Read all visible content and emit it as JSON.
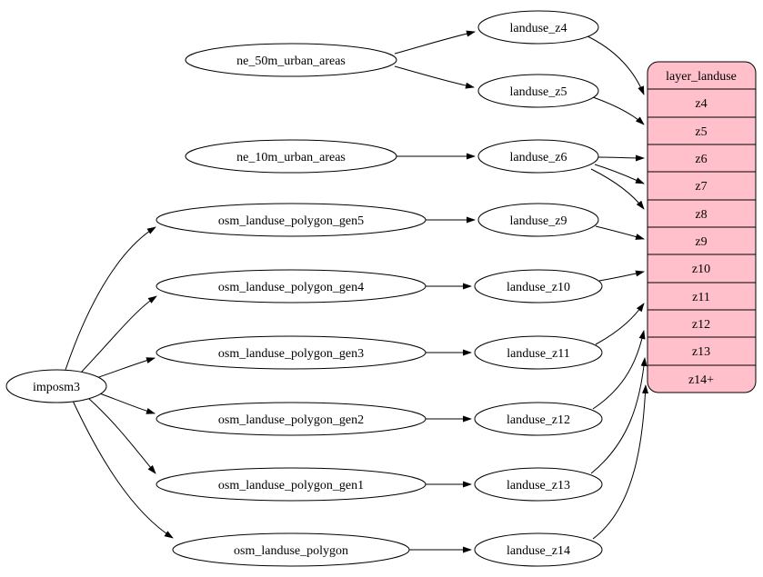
{
  "diagram": {
    "root": {
      "label": "imposm3"
    },
    "sources": [
      {
        "label": "ne_50m_urban_areas"
      },
      {
        "label": "ne_10m_urban_areas"
      },
      {
        "label": "osm_landuse_polygon_gen5"
      },
      {
        "label": "osm_landuse_polygon_gen4"
      },
      {
        "label": "osm_landuse_polygon_gen3"
      },
      {
        "label": "osm_landuse_polygon_gen2"
      },
      {
        "label": "osm_landuse_polygon_gen1"
      },
      {
        "label": "osm_landuse_polygon"
      }
    ],
    "layers": [
      {
        "label": "landuse_z4"
      },
      {
        "label": "landuse_z5"
      },
      {
        "label": "landuse_z6"
      },
      {
        "label": "landuse_z9"
      },
      {
        "label": "landuse_z10"
      },
      {
        "label": "landuse_z11"
      },
      {
        "label": "landuse_z12"
      },
      {
        "label": "landuse_z13"
      },
      {
        "label": "landuse_z14"
      }
    ],
    "table": {
      "title": "layer_landuse",
      "rows": [
        "z4",
        "z5",
        "z6",
        "z7",
        "z8",
        "z9",
        "z10",
        "z11",
        "z12",
        "z13",
        "z14+"
      ],
      "fill": "#ffc0cb"
    },
    "edges": [
      {
        "from": "imposm3",
        "to": "osm_landuse_polygon_gen5"
      },
      {
        "from": "imposm3",
        "to": "osm_landuse_polygon_gen4"
      },
      {
        "from": "imposm3",
        "to": "osm_landuse_polygon_gen3"
      },
      {
        "from": "imposm3",
        "to": "osm_landuse_polygon_gen2"
      },
      {
        "from": "imposm3",
        "to": "osm_landuse_polygon_gen1"
      },
      {
        "from": "imposm3",
        "to": "osm_landuse_polygon"
      },
      {
        "from": "ne_50m_urban_areas",
        "to": "landuse_z4"
      },
      {
        "from": "ne_50m_urban_areas",
        "to": "landuse_z5"
      },
      {
        "from": "ne_10m_urban_areas",
        "to": "landuse_z6"
      },
      {
        "from": "osm_landuse_polygon_gen5",
        "to": "landuse_z9"
      },
      {
        "from": "osm_landuse_polygon_gen4",
        "to": "landuse_z10"
      },
      {
        "from": "osm_landuse_polygon_gen3",
        "to": "landuse_z11"
      },
      {
        "from": "osm_landuse_polygon_gen2",
        "to": "landuse_z12"
      },
      {
        "from": "osm_landuse_polygon_gen1",
        "to": "landuse_z13"
      },
      {
        "from": "osm_landuse_polygon",
        "to": "landuse_z14"
      },
      {
        "from": "landuse_z4",
        "to": "layer_landuse:z4"
      },
      {
        "from": "landuse_z5",
        "to": "layer_landuse:z5"
      },
      {
        "from": "landuse_z6",
        "to": "layer_landuse:z6"
      },
      {
        "from": "landuse_z6",
        "to": "layer_landuse:z7"
      },
      {
        "from": "landuse_z6",
        "to": "layer_landuse:z8"
      },
      {
        "from": "landuse_z9",
        "to": "layer_landuse:z9"
      },
      {
        "from": "landuse_z10",
        "to": "layer_landuse:z10"
      },
      {
        "from": "landuse_z11",
        "to": "layer_landuse:z11"
      },
      {
        "from": "landuse_z12",
        "to": "layer_landuse:z12"
      },
      {
        "from": "landuse_z13",
        "to": "layer_landuse:z13"
      },
      {
        "from": "landuse_z14",
        "to": "layer_landuse:z14+"
      }
    ]
  }
}
